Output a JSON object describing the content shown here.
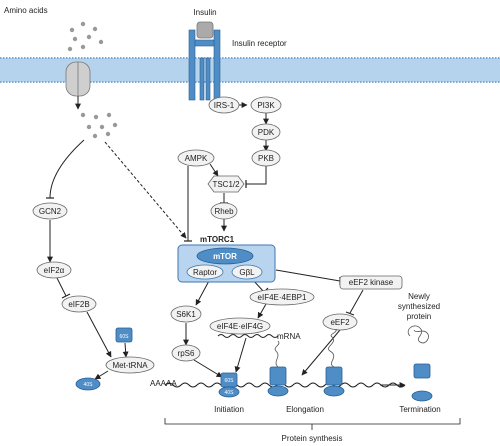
{
  "labels": {
    "amino_acids": "Amino acids",
    "insulin": "Insulin",
    "insulin_receptor": "Insulin receptor",
    "irs1": "IRS-1",
    "pi3k": "PI3K",
    "pdk": "PDK",
    "pkb": "PKB",
    "ampk": "AMPK",
    "tsc": "TSC1/2",
    "rheb": "Rheb",
    "mtorc1": "mTORC1",
    "mtor": "mTOR",
    "raptor": "Raptor",
    "gbl": "GβL",
    "gcn2": "GCN2",
    "eif2a": "eIF2α",
    "eif2b": "eIF2B",
    "met_trna": "Met-tRNA",
    "s40": "40S",
    "s60": "60S",
    "s6k1": "S6K1",
    "rps6": "rpS6",
    "eif4e_4ebp1": "eIF4E·4EBP1",
    "eif4e_eif4g": "eIF4E·eIF4G",
    "mrna": "mRNA",
    "eef2k": "eEF2 kinase",
    "eef2": "eEF2",
    "newly": "Newly",
    "synthesized": "synthesized",
    "protein": "protein",
    "aaaaa": "AAAAA",
    "initiation": "Initiation",
    "elongation": "Elongation",
    "termination": "Termination",
    "protein_synthesis": "Protein synthesis"
  },
  "colors": {
    "membrane": "#b5d3ec",
    "ribosome": "#4f8dc6",
    "mtorc1_box": "#b9d4ee"
  }
}
